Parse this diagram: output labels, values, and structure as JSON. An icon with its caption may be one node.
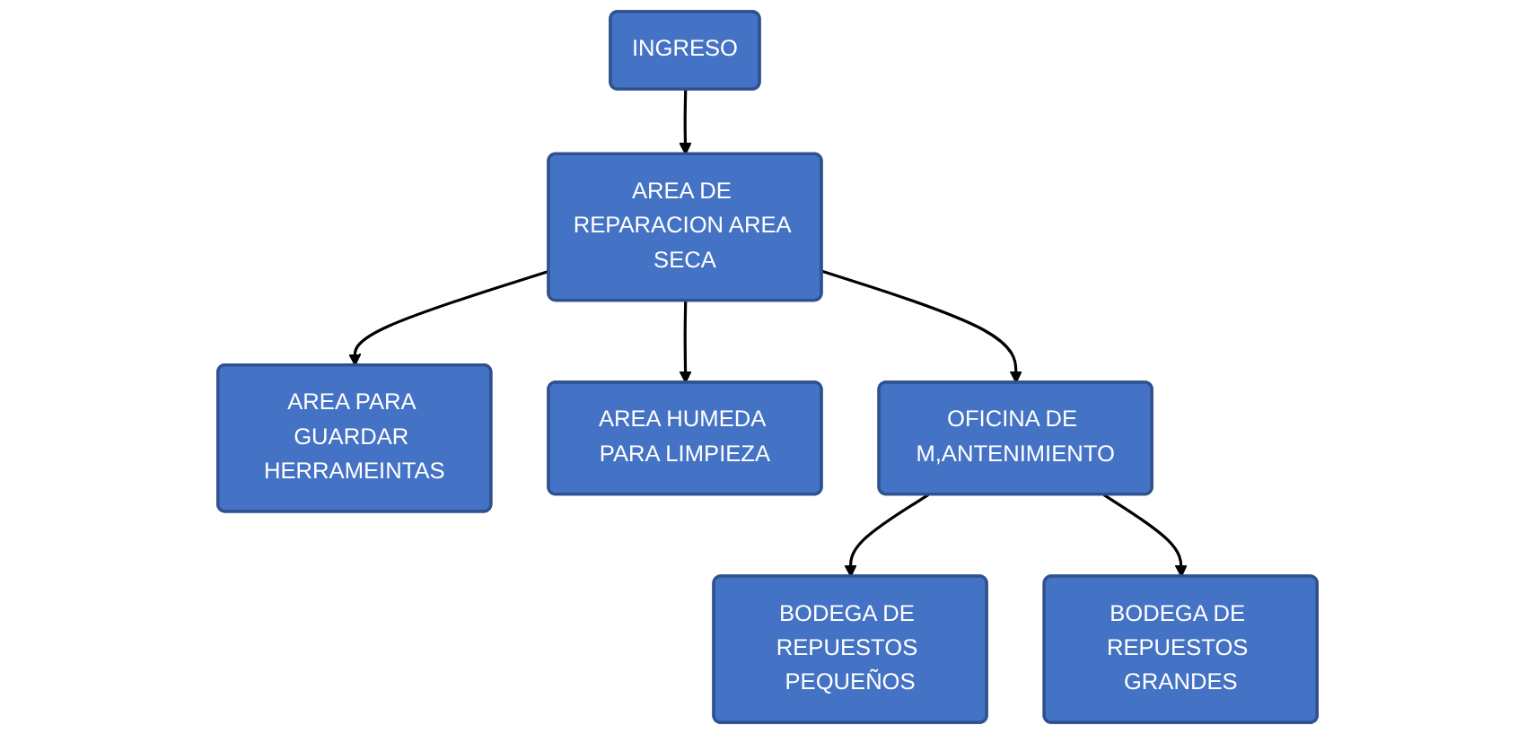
{
  "diagram": {
    "nodes": [
      {
        "text": [
          "AREA PARA GUARDAR HERRAMEINTAS"
        ]
      },
      {
        "text": [
          "AREA HUMEDA PARA LIMPIEZA"
        ]
      },
      {
        "text": [
          "AREA DE REPARACION AREA SECA"
        ]
      },
      {
        "text": [
          "OFICINA DE M,ANTENIMIENTO"
        ]
      },
      {
        "text": [
          "INGRESO"
        ]
      },
      {
        "text": [
          "BODEGA DE REPUESTOS PEQUEÑOS"
        ]
      },
      {
        "text": [
          "BODEGA DE REPUESTOS GRANDES"
        ]
      }
    ],
    "edges": [
      {
        "from": 2,
        "to": 0,
        "arrow": "to"
      },
      {
        "from": 2,
        "to": 1,
        "arrow": "to"
      },
      {
        "from": 2,
        "to": 3,
        "arrow": "to"
      },
      {
        "from": 4,
        "to": 2,
        "arrow": "to"
      },
      {
        "from": 3,
        "to": 5,
        "arrow": "to"
      },
      {
        "from": 3,
        "to": 6,
        "arrow": "to"
      }
    ]
  }
}
